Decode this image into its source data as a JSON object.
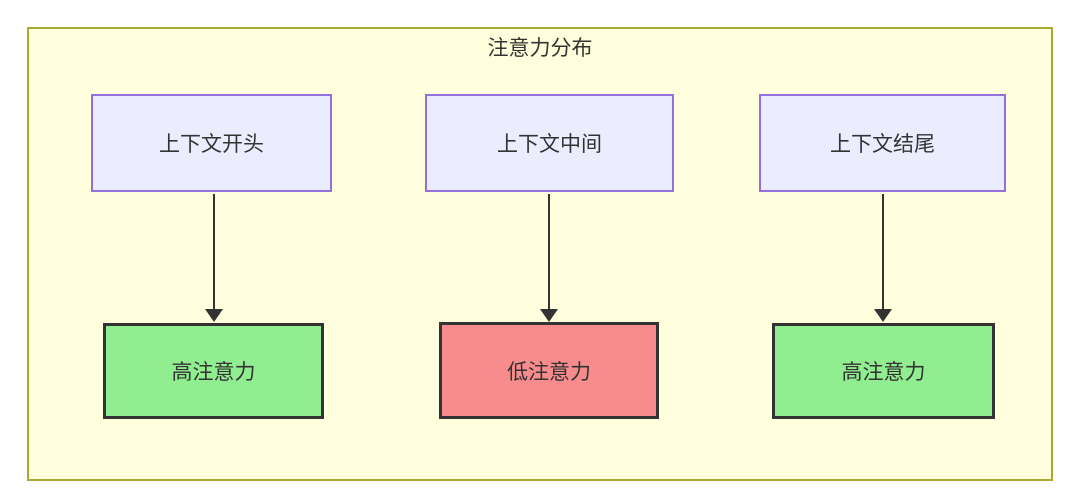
{
  "diagram": {
    "title": "注意力分布",
    "columns": [
      {
        "source": {
          "label": "上下文开头"
        },
        "target": {
          "label": "高注意力",
          "level": "high"
        }
      },
      {
        "source": {
          "label": "上下文中间"
        },
        "target": {
          "label": "低注意力",
          "level": "low"
        }
      },
      {
        "source": {
          "label": "上下文结尾"
        },
        "target": {
          "label": "高注意力",
          "level": "high"
        }
      }
    ],
    "colors": {
      "container_fill": "#ffffde",
      "container_border": "#aaaa33",
      "source_fill": "#ececff",
      "source_border": "#9370db",
      "high_attention_fill": "#90ee90",
      "low_attention_fill": "#f88c8c",
      "target_border": "#333333",
      "arrow": "#333333",
      "text": "#333333"
    }
  }
}
